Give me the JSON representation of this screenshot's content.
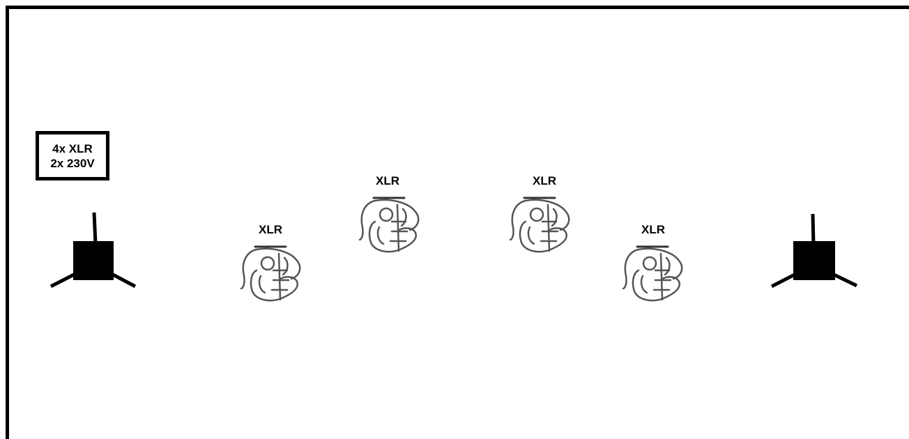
{
  "stage": {
    "info_box": {
      "line1": "4x XLR",
      "line2": "2x 230V"
    },
    "stations": [
      {
        "label": "XLR",
        "icon": "microphone-musician-icon"
      },
      {
        "label": "XLR",
        "icon": "microphone-musician-icon"
      },
      {
        "label": "XLR",
        "icon": "microphone-musician-icon"
      },
      {
        "label": "XLR",
        "icon": "microphone-musician-icon"
      }
    ],
    "monitors": [
      {
        "icon": "speaker-on-stand-icon"
      },
      {
        "icon": "speaker-on-stand-icon"
      }
    ]
  },
  "colors": {
    "ink": "#000000",
    "background": "#ffffff",
    "sketch": "#555555"
  }
}
